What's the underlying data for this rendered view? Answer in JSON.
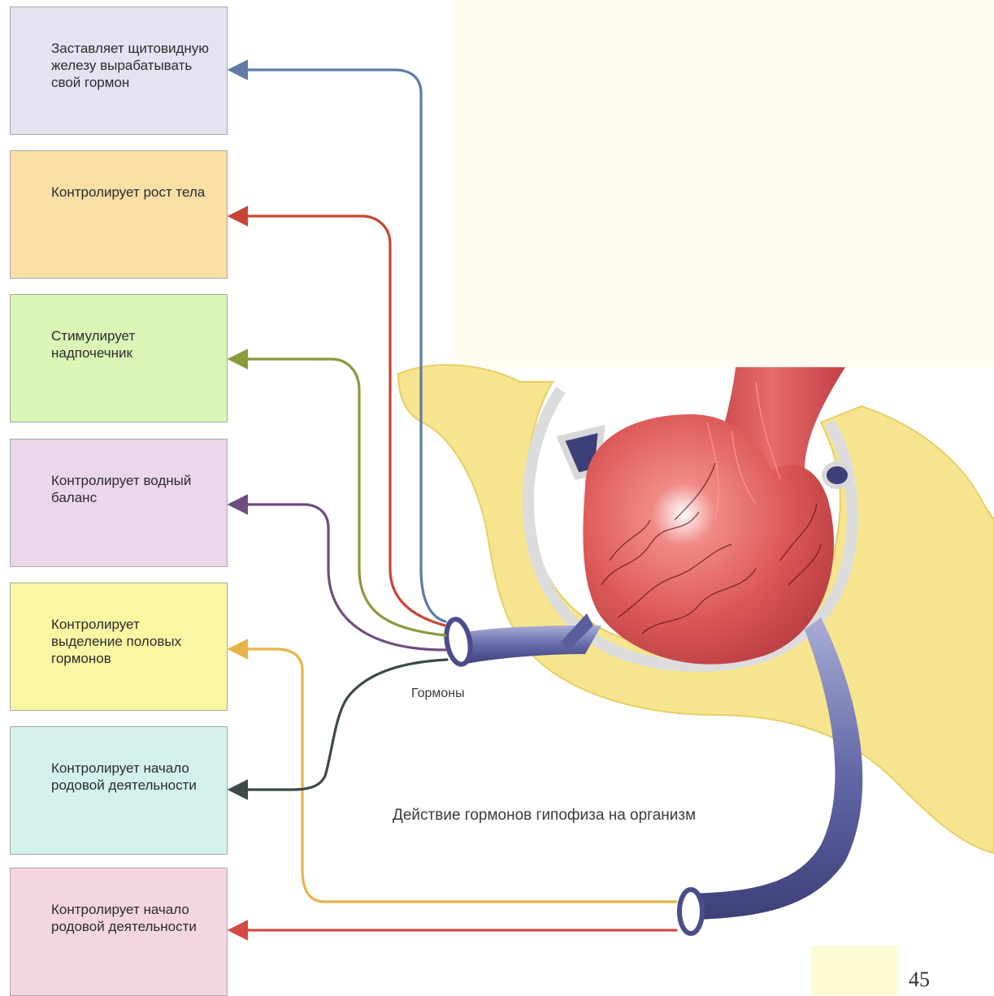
{
  "title_fragment": "",
  "boxes": [
    {
      "label": "Заставляет щитовидную железу вырабатывать свой гормон",
      "color": "#e4e3f2",
      "arrow_color": "#5f7ba6"
    },
    {
      "label": "Контролирует рост тела",
      "color": "#fbdfa6",
      "arrow_color": "#c64634"
    },
    {
      "label": "Стимулирует надпочечник",
      "color": "#dbf5b6",
      "arrow_color": "#8a9a3c"
    },
    {
      "label": "Контролирует водный баланс",
      "color": "#ead7ea",
      "arrow_color": "#6e4d80"
    },
    {
      "label": "Контролирует выделение половых гормонов",
      "color": "#f9f7a3",
      "arrow_color": "#e8b447"
    },
    {
      "label": "Контролирует начало родовой деятельности",
      "color": "#d4f1ee",
      "arrow_color": "#3e4a48"
    },
    {
      "label": "Контролирует начало родовой деятельности",
      "color": "#f4d6e3",
      "arrow_color": "#d44a44"
    }
  ],
  "hormones_label": "Гормоны",
  "caption": "Действие гормонов гипофиза на организм",
  "page_number": "45",
  "colors": {
    "bone": "#f6e58e",
    "gland": "#df5d5e",
    "vessel": "#6569a8",
    "sheath": "#dcdcdc"
  }
}
